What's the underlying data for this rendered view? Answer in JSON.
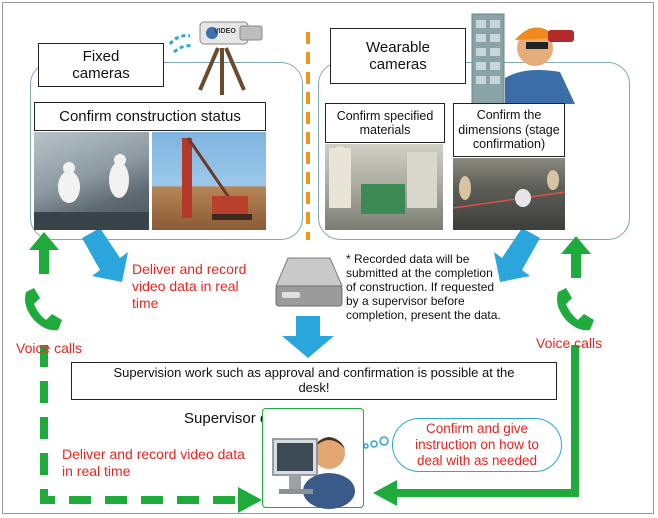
{
  "fixed": {
    "title": "Fixed cameras",
    "status_title": "Confirm construction status",
    "camera_label": "VIDEO"
  },
  "wearable": {
    "title": "Wearable cameras",
    "materials": "Confirm specified materials",
    "dimensions": "Confirm the dimensions (stage confirmation)"
  },
  "left_deliver": "Deliver and record video data in real time",
  "note": "* Recorded data will be submitted at the completion of construction. If requested by a supervisor before completion, present the data.",
  "voice_left": "Voice calls",
  "voice_right": "Voice calls",
  "supervision_banner": "Supervision work such as approval and confirmation is possible at the desk!",
  "supervisor_label": "Supervisor etc.",
  "bottom_deliver": "Deliver and record video data in real time",
  "bubble": "Confirm and give instruction on how to deal with as needed",
  "colors": {
    "green": "#1eab3c",
    "blue": "#2aa6dc",
    "red": "#e8251f",
    "orange": "#f0961c",
    "panel_border": "#7fa7b4"
  }
}
